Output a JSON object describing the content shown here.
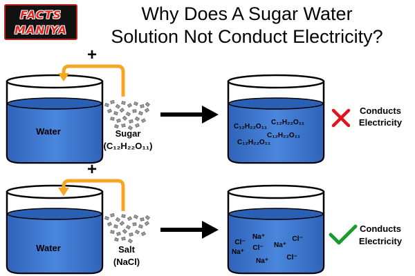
{
  "logo": {
    "line1": "FACTS",
    "line2": "MANIYA"
  },
  "title": {
    "line1": "Why Does A Sugar Water",
    "line2": "Solution Not Conduct Electricity?"
  },
  "colors": {
    "water": "#3f7ad4",
    "water_dark": "#2b5fb0",
    "pipe": "#f5a623",
    "cross": "#e0121a",
    "check": "#1a9a2b",
    "arrow": "#000000"
  },
  "rows": [
    {
      "plus": "+",
      "beaker_label": "Water",
      "solute_name": "Sugar",
      "solute_formula": "(C₁₂H₂₂O₁₁)",
      "particles": [
        "C₁₂H₂₂O₁₁",
        "C₁₂H₂₂O₁₁",
        "C₁₂H₂₂O₁₁",
        "C₁₂H₂₂O₁₁"
      ],
      "result_icon": "cross-icon",
      "result_line1": "Conducts",
      "result_line2": "Electricity"
    },
    {
      "plus": "+",
      "beaker_label": "Water",
      "solute_name": "Salt",
      "solute_formula": "(NaCl)",
      "particles": [
        "Na⁺",
        "Cl⁻",
        "Cl⁻",
        "Cl⁻",
        "Na⁺",
        "Na⁺",
        "Cl⁻",
        "Na⁺"
      ],
      "result_icon": "check-icon",
      "result_line1": "Conducts",
      "result_line2": "Electricity"
    }
  ]
}
